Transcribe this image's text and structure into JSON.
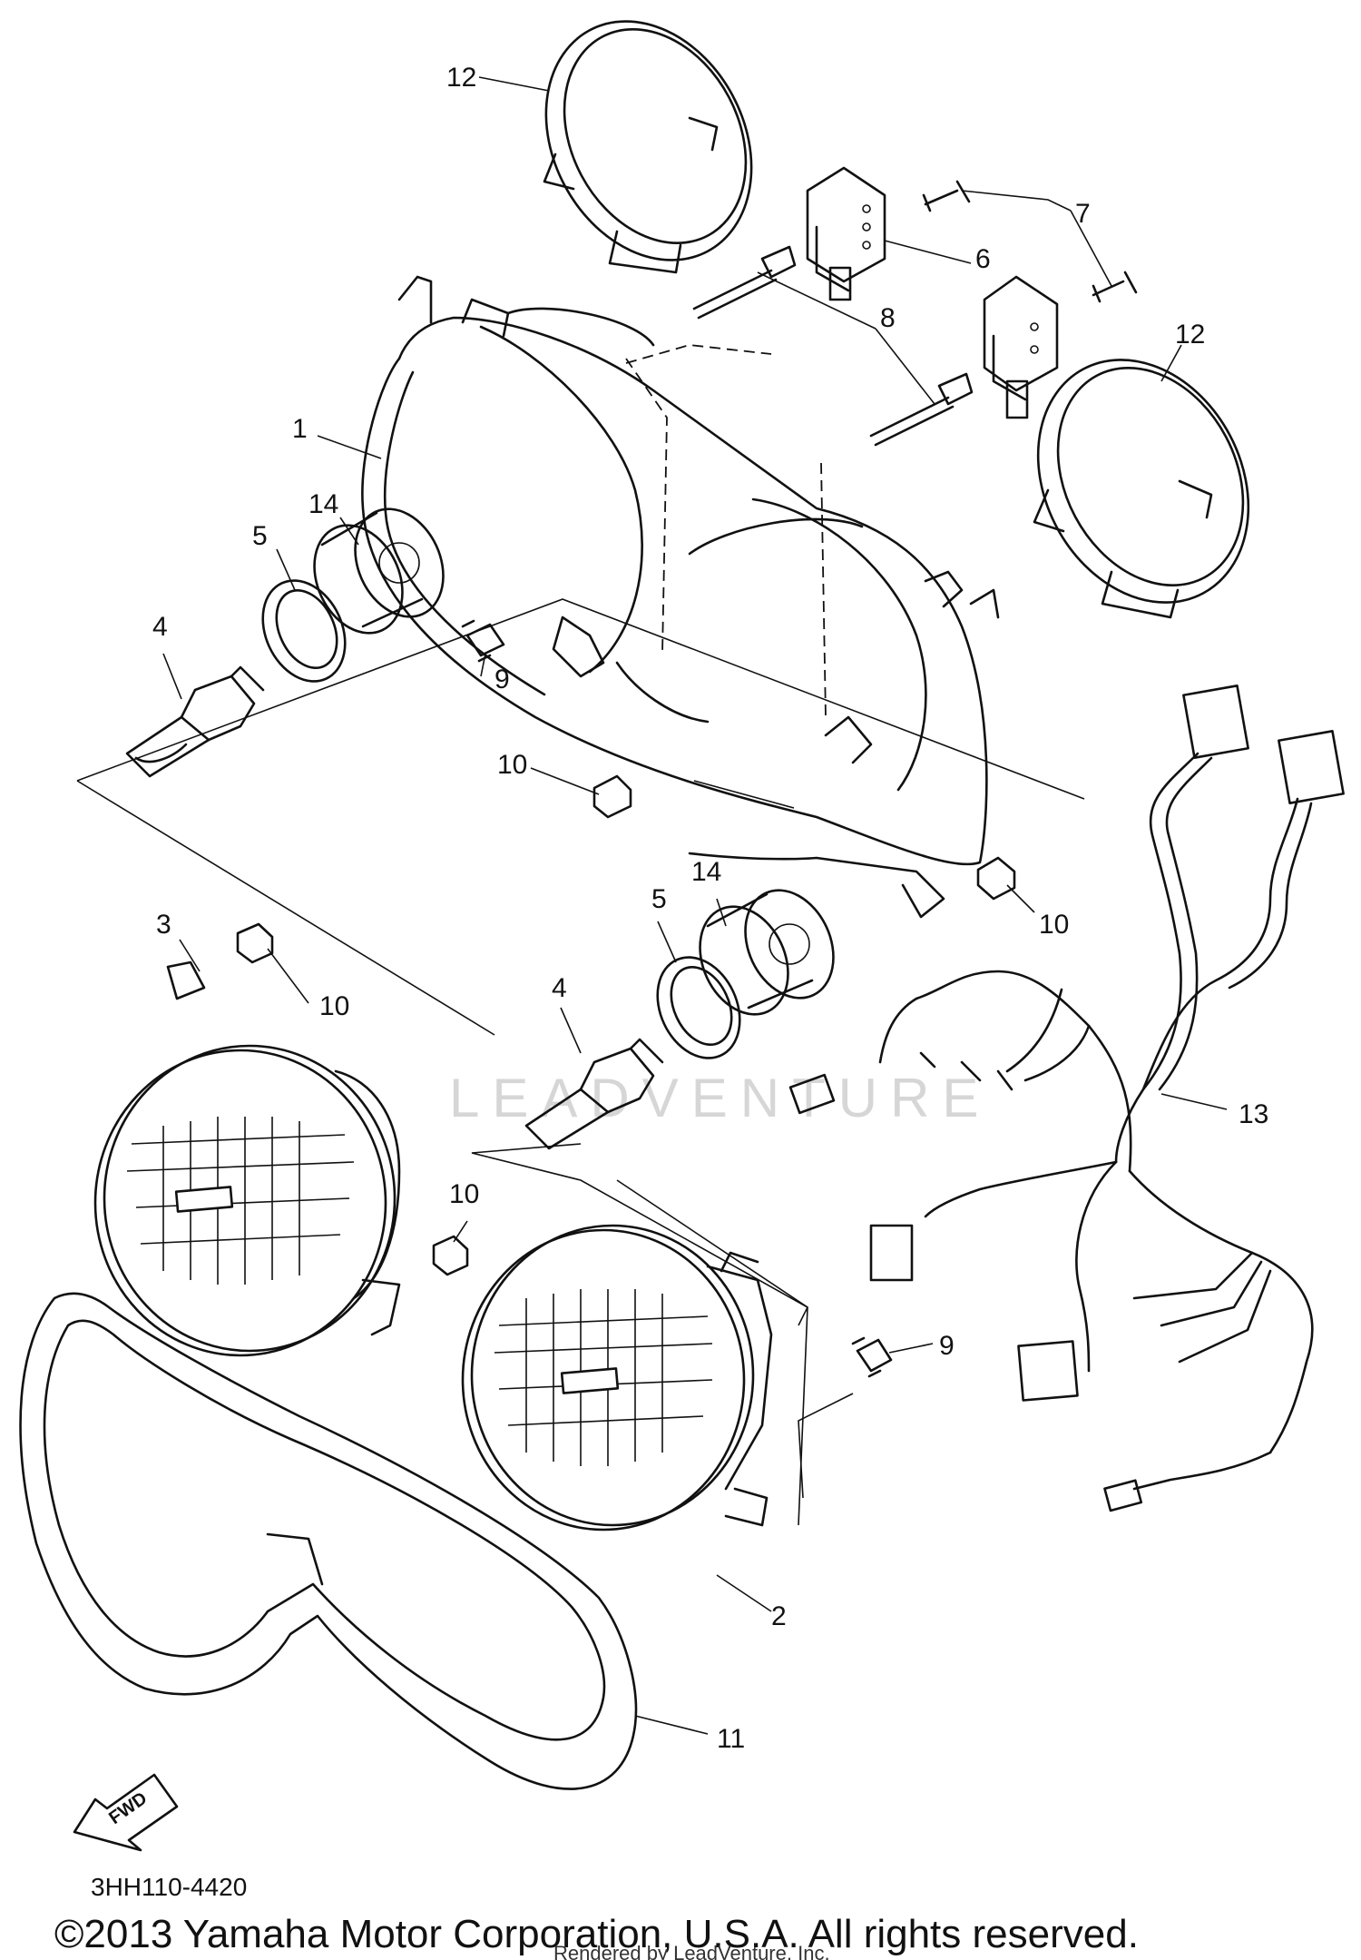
{
  "diagram": {
    "part_callouts": [
      "12",
      "7",
      "6",
      "8",
      "12",
      "1",
      "14",
      "5",
      "4",
      "9",
      "10",
      "10",
      "3",
      "14",
      "5",
      "4",
      "10",
      "13",
      "10",
      "9",
      "2",
      "11"
    ],
    "diagram_code": "3HH110-4420",
    "arrow_label": "FWD",
    "copyright": "©2013 Yamaha Motor Corporation, U.S.A. All rights reserved.",
    "rendered_by": "Rendered by LeadVenture, Inc.",
    "watermark": "LEADVENTURE"
  }
}
